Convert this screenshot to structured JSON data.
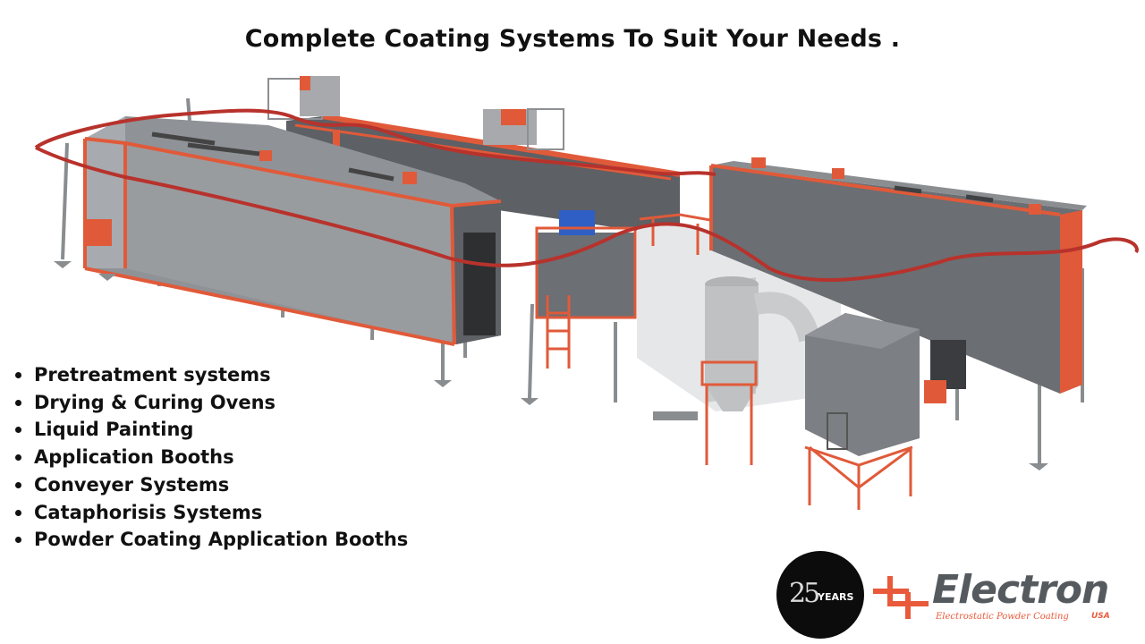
{
  "header": {
    "title": "Complete Coating Systems To Suit Your Needs ."
  },
  "features": [
    "Pretreatment systems",
    "Drying & Curing Ovens",
    "Liquid Painting",
    "Application Booths",
    "Conveyer Systems",
    "Cataphorisis Systems",
    "Powder Coating Application Booths"
  ],
  "badge": {
    "number": "25",
    "label": "YEARS"
  },
  "brand": {
    "name": "Electron",
    "tagline": "Electrostatic Powder Coating",
    "region": "USA"
  },
  "colors": {
    "accent": "#e85a3a",
    "steel": "#8c8f93",
    "booth_dark": "#5f6266",
    "rail": "#b8322c"
  }
}
